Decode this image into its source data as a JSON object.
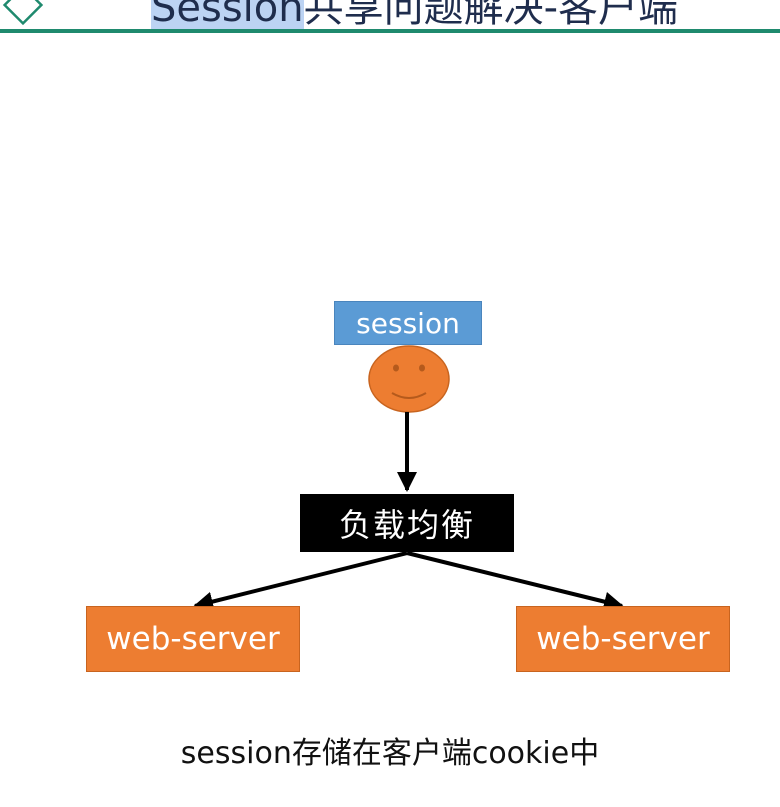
{
  "header": {
    "title_highlight": "Session",
    "title_rest": "共享问题解决-客户端"
  },
  "diagram": {
    "session_label": "session",
    "load_balancer_label": "负载均衡",
    "server_left_label": "web-server",
    "server_right_label": "web-server",
    "caption": "session存储在客户端cookie中"
  },
  "colors": {
    "session_box": "#5b9bd5",
    "face": "#ed7d31",
    "load_balancer": "#000000",
    "server": "#ed7d31",
    "header_rule": "#1f8a6e"
  }
}
